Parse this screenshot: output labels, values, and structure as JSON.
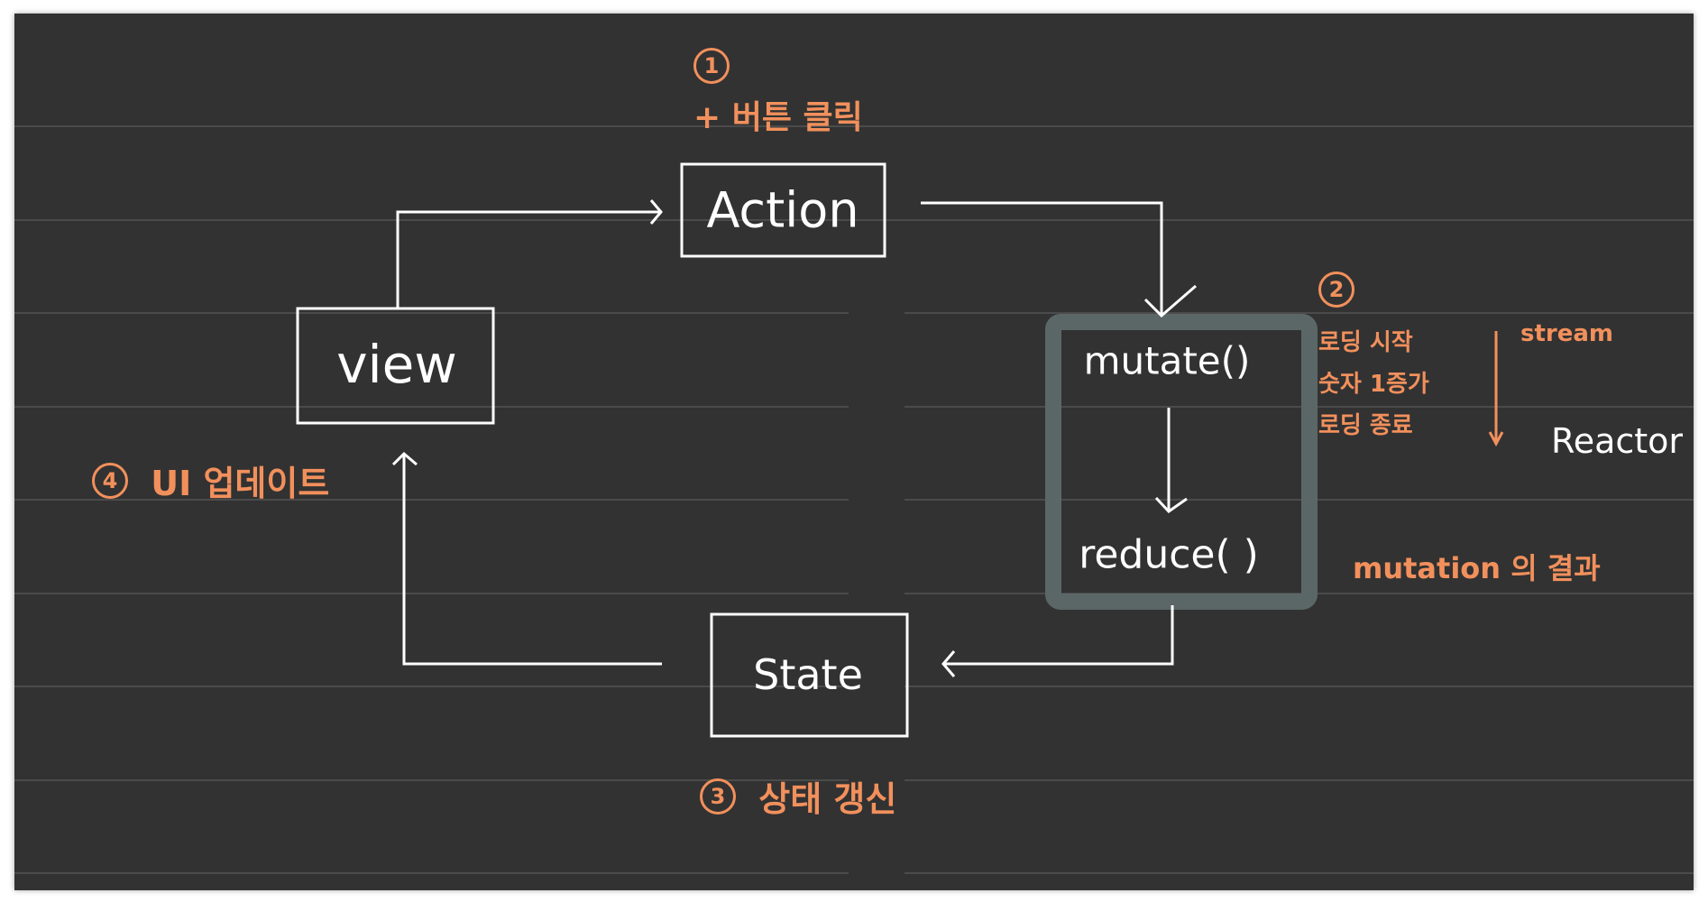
{
  "diagram": {
    "nodes": {
      "view": "view",
      "action": "Action",
      "mutate": "mutate()",
      "reduce": "reduce( )",
      "state": "State"
    },
    "steps": {
      "step1_number": "1",
      "step1_text": "+ 버튼 클릭",
      "step2_number": "2",
      "step3_number": "3",
      "step3_text": "상태 갱신",
      "step4_number": "4",
      "step4_text": "UI 업데이트"
    },
    "mutate_notes": [
      "로딩 시작",
      "숫자 1증가",
      "로딩 종료"
    ],
    "stream_label": "stream",
    "reactor_label": "Reactor",
    "reduce_note": "mutation 의 결과"
  },
  "colors": {
    "background": "#323232",
    "ruled_line": "#4b4b4b",
    "stroke": "#ffffff",
    "annotation": "#f2905c",
    "reactor_frame": "#5b6766"
  }
}
